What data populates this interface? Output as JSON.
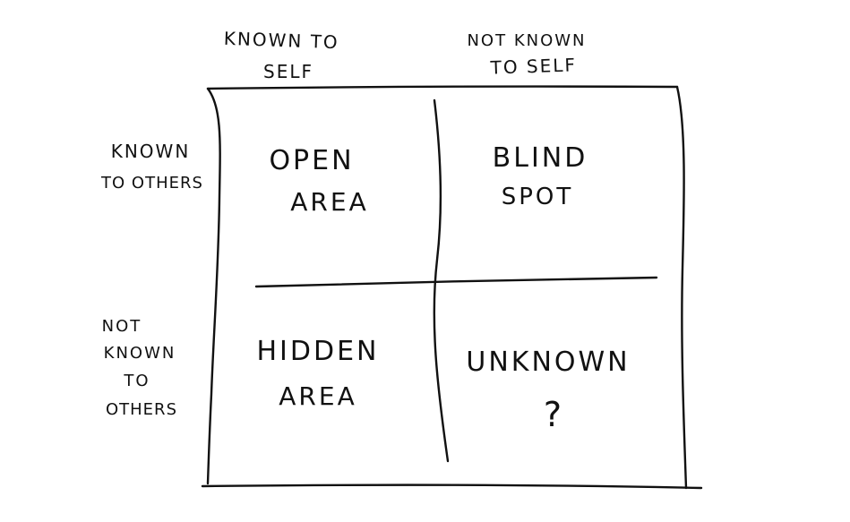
{
  "column_headers": {
    "left": [
      "KNOWN TO",
      "SELF"
    ],
    "right": [
      "NOT KNOWN",
      "TO SELF"
    ]
  },
  "row_headers": {
    "top": [
      "KNOWN",
      "TO OTHERS"
    ],
    "bottom": [
      "NOT",
      "KNOWN",
      "TO",
      "OTHERS"
    ]
  },
  "quadrants": {
    "open": [
      "OPEN",
      "AREA"
    ],
    "blind": [
      "BLIND",
      "SPOT"
    ],
    "hidden": [
      "HIDDEN",
      "AREA"
    ],
    "unknown": [
      "UNKNOWN",
      "?"
    ]
  },
  "colors": {
    "ink": "#111111",
    "paper": "#ffffff"
  }
}
